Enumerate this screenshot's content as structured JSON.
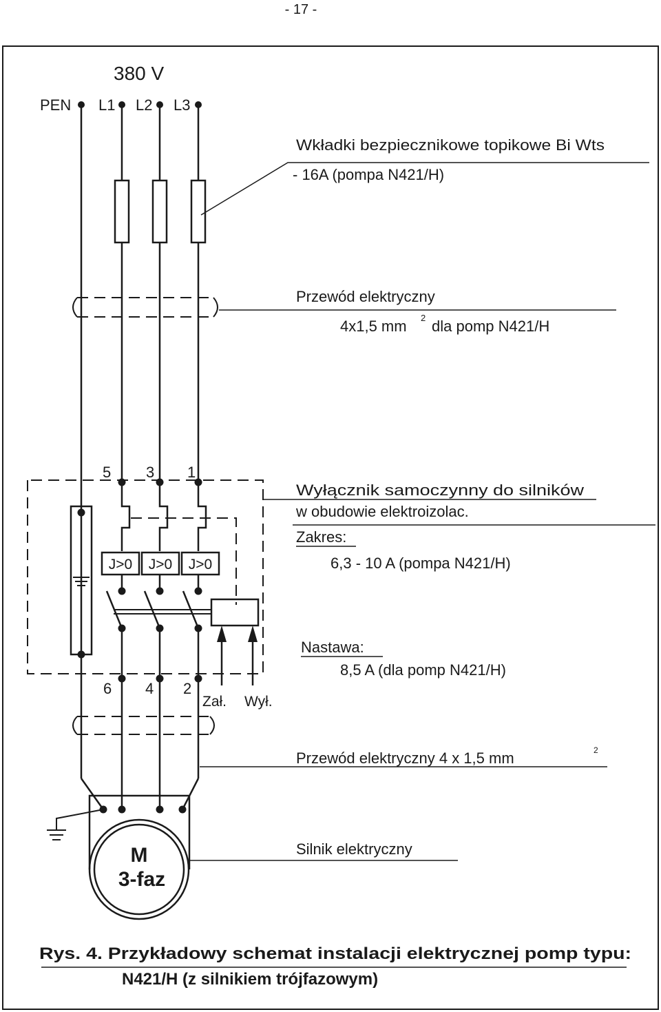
{
  "page": {
    "number": "- 17 -"
  },
  "supply": {
    "voltage": "380  V",
    "terminals": [
      "PEN",
      "L1",
      "L2",
      "L3"
    ]
  },
  "fuses": {
    "line1": "Wkładki  bezpiecznikowe  topikowe  Bi  Wts",
    "line2": "- 16A  (pompa   N421/H)"
  },
  "cable1": {
    "line1": "Przewód   elektryczny",
    "size": "4x1,5 mm",
    "superscript": "2",
    "line2_rest": "dla pomp N421/H"
  },
  "breaker": {
    "top_terminals": [
      "5",
      "3",
      "1"
    ],
    "bottom_terminals": [
      "6",
      "4",
      "2"
    ],
    "relay_label": "J>0",
    "on_label": "Zał.",
    "off_label": "Wył.",
    "title_line1": "Wyłącznik  samoczynny  do  silników",
    "title_line2": "w   obudowie   elektroizolac.",
    "range_title": "Zakres:",
    "range_value": "6,3  -  10  A   (pompa   N421/H)",
    "setting_title": "Nastawa:",
    "setting_value": "8,5  A   (dla  pomp  N421/H)"
  },
  "cable2": {
    "label": "Przewód   elektryczny   4   x   1,5   mm",
    "superscript": "2"
  },
  "motor": {
    "symbol_line1": "M",
    "symbol_line2": "3-faz",
    "label": "Silnik    elektryczny"
  },
  "caption": {
    "line1": "Rys.  4.  Przykładowy  schemat  instalacji  elektrycznej  pomp  typu:",
    "line2": "N421/H  (z  silnikiem  trójfazowym)"
  }
}
